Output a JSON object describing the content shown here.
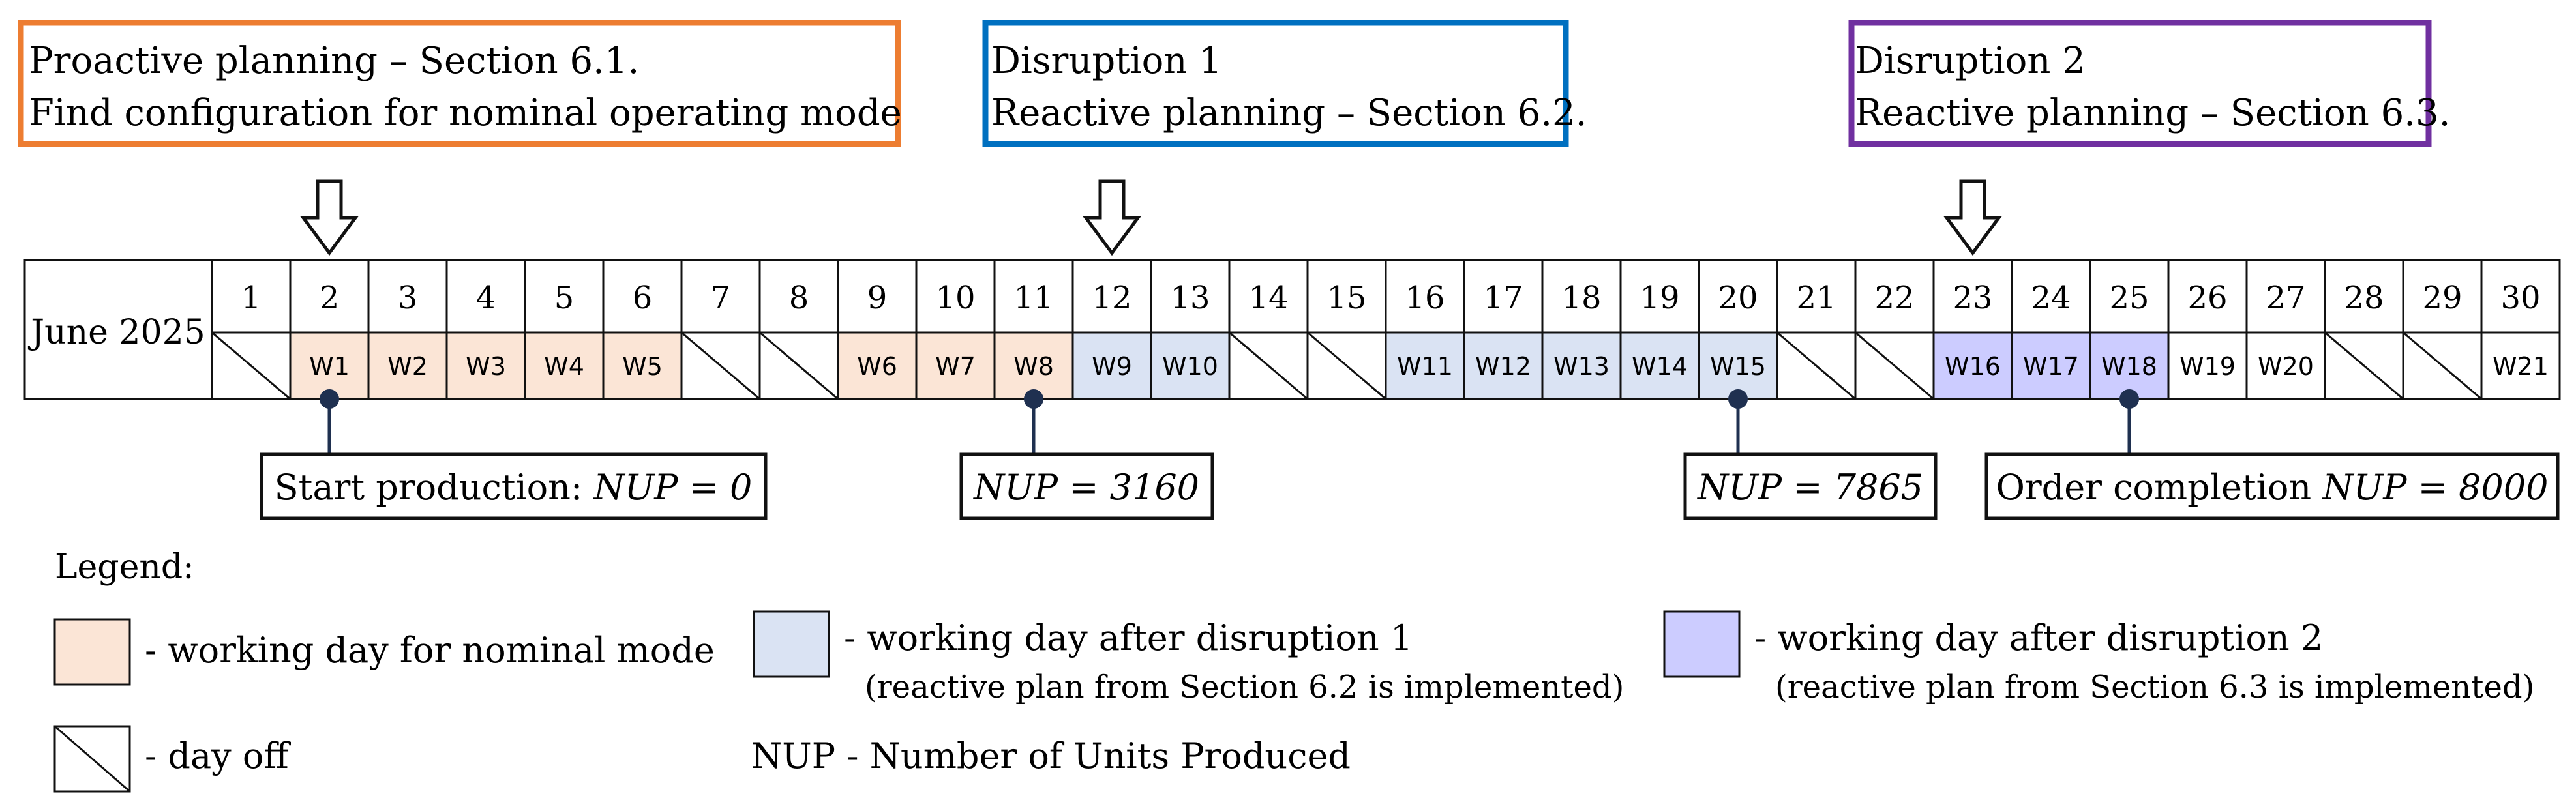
{
  "phases": [
    {
      "line1": "Proactive planning – Section 6.1.",
      "line2": "Find configuration for nominal operating mode",
      "color": "#ED7D31",
      "day": 2
    },
    {
      "line1": "Disruption 1",
      "line2": "Reactive planning – Section 6.2.",
      "color": "#0070C0",
      "day": 12
    },
    {
      "line1": "Disruption 2",
      "line2": "Reactive planning – Section 6.3.",
      "color": "#7030A0",
      "day": 23
    }
  ],
  "calendar": {
    "month": "June 2025",
    "days": [
      {
        "day": "1",
        "label": "",
        "type": "off"
      },
      {
        "day": "2",
        "label": "W1",
        "type": "nominal"
      },
      {
        "day": "3",
        "label": "W2",
        "type": "nominal"
      },
      {
        "day": "4",
        "label": "W3",
        "type": "nominal"
      },
      {
        "day": "5",
        "label": "W4",
        "type": "nominal"
      },
      {
        "day": "6",
        "label": "W5",
        "type": "nominal"
      },
      {
        "day": "7",
        "label": "",
        "type": "off"
      },
      {
        "day": "8",
        "label": "",
        "type": "off"
      },
      {
        "day": "9",
        "label": "W6",
        "type": "nominal"
      },
      {
        "day": "10",
        "label": "W7",
        "type": "nominal"
      },
      {
        "day": "11",
        "label": "W8",
        "type": "nominal"
      },
      {
        "day": "12",
        "label": "W9",
        "type": "d1"
      },
      {
        "day": "13",
        "label": "W10",
        "type": "d1"
      },
      {
        "day": "14",
        "label": "",
        "type": "off"
      },
      {
        "day": "15",
        "label": "",
        "type": "off"
      },
      {
        "day": "16",
        "label": "W11",
        "type": "d1"
      },
      {
        "day": "17",
        "label": "W12",
        "type": "d1"
      },
      {
        "day": "18",
        "label": "W13",
        "type": "d1"
      },
      {
        "day": "19",
        "label": "W14",
        "type": "d1"
      },
      {
        "day": "20",
        "label": "W15",
        "type": "d1"
      },
      {
        "day": "21",
        "label": "",
        "type": "off"
      },
      {
        "day": "22",
        "label": "",
        "type": "off"
      },
      {
        "day": "23",
        "label": "W16",
        "type": "d2"
      },
      {
        "day": "24",
        "label": "W17",
        "type": "d2"
      },
      {
        "day": "25",
        "label": "W18",
        "type": "d2"
      },
      {
        "day": "26",
        "label": "W19",
        "type": "plain"
      },
      {
        "day": "27",
        "label": "W20",
        "type": "plain"
      },
      {
        "day": "28",
        "label": "",
        "type": "off"
      },
      {
        "day": "29",
        "label": "",
        "type": "off"
      },
      {
        "day": "30",
        "label": "W21",
        "type": "plain"
      }
    ]
  },
  "colors": {
    "nominal": "#FBE5D6",
    "d1": "#DAE3F3",
    "d2": "#CCCCFF",
    "plain": "#FFFFFF",
    "marker": "#1F3050"
  },
  "milestones": [
    {
      "day": 2,
      "prefix": "Start production: ",
      "expr": "NUP = 0"
    },
    {
      "day": 11,
      "prefix": "",
      "expr": "NUP = 3160"
    },
    {
      "day": 20,
      "prefix": "",
      "expr": "NUP = 7865"
    },
    {
      "day": 25,
      "prefix": "Order completion ",
      "expr": "NUP = 8000"
    }
  ],
  "legend": {
    "title": "Legend:",
    "nominal": "- working day for nominal mode",
    "d1": "- working day after disruption 1",
    "d1_note": "(reactive plan from Section 6.2 is implemented)",
    "d2": "- working day after disruption 2",
    "d2_note": "(reactive plan from Section 6.3 is implemented)",
    "off": "- day off",
    "nup": "NUP - Number of Units Produced"
  }
}
